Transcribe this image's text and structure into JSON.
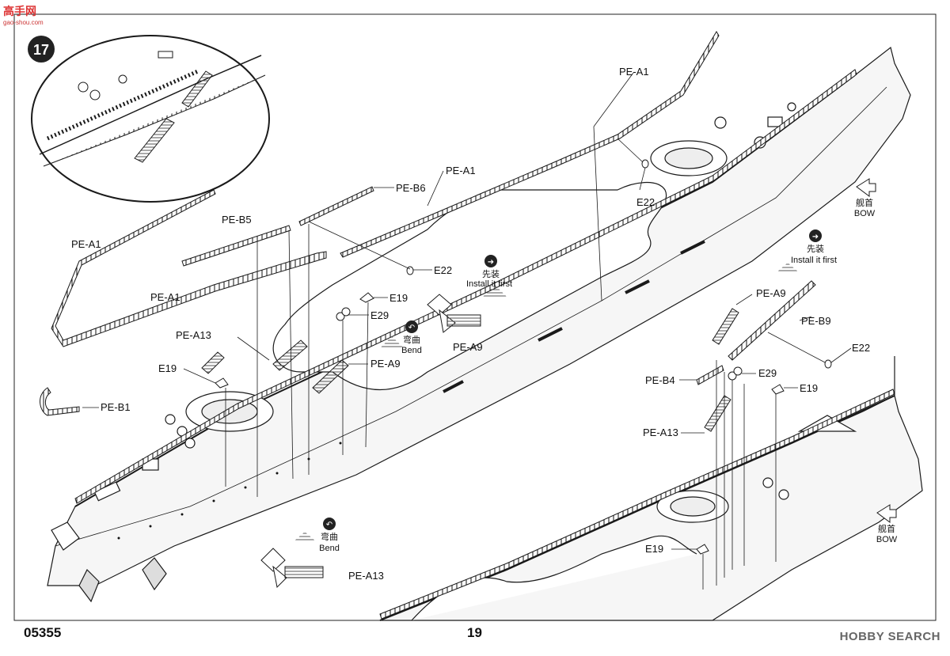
{
  "header": {
    "step_number": "17",
    "watermark_site": "高手网",
    "watermark_url": "gao-shou.com"
  },
  "footer": {
    "product_code": "05355",
    "page_number": "19",
    "watermark": "HOBBY SEARCH"
  },
  "labels": {
    "pe_a1": "PE-A1",
    "pe_b6": "PE-B6",
    "pe_b5": "PE-B5",
    "pe_a13": "PE-A13",
    "pe_a9": "PE-A9",
    "pe_b1": "PE-B1",
    "pe_b9": "PE-B9",
    "pe_b4": "PE-B4",
    "e19": "E19",
    "e22": "E22",
    "e29": "E29"
  },
  "notes": {
    "install_first_cn": "先装",
    "install_first_en": "Install it first",
    "bend_cn": "弯曲",
    "bend_en": "Bend",
    "bow_cn": "舰首",
    "bow_en": "BOW"
  },
  "colors": {
    "line": "#1a1a1a",
    "hull": "#f5f5f5",
    "badge": "#222222",
    "arrow_fill": "#bbbbbb"
  }
}
